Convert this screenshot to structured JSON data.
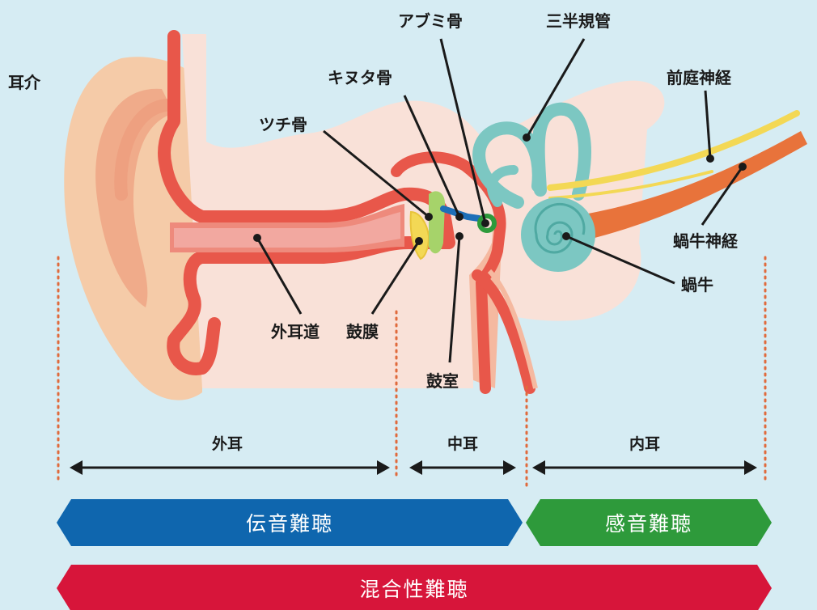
{
  "labels": {
    "auricle": "耳介",
    "ossicle_stapes": "アブミ骨",
    "semicircular_canals": "三半規管",
    "ossicle_incus": "キヌタ骨",
    "vestibular_nerve": "前庭神経",
    "ossicle_malleus": "ツチ骨",
    "cochlear_nerve": "蝸牛神経",
    "cochlea": "蝸牛",
    "ear_canal": "外耳道",
    "eardrum": "鼓膜",
    "tympanic_cavity": "鼓室"
  },
  "regions": {
    "outer": "外耳",
    "middle": "中耳",
    "inner": "内耳"
  },
  "banners": {
    "conductive": "伝音難聴",
    "sensorineural": "感音難聴",
    "mixed": "混合性難聴"
  },
  "colors": {
    "background": "#d6ecf3",
    "conductive": "#0f66ae",
    "sensorineural": "#2e9a3b",
    "mixed": "#d7153a",
    "divider": "#e06a3c",
    "canal_wall": "#e8574a",
    "skin": "#f5cba8"
  }
}
